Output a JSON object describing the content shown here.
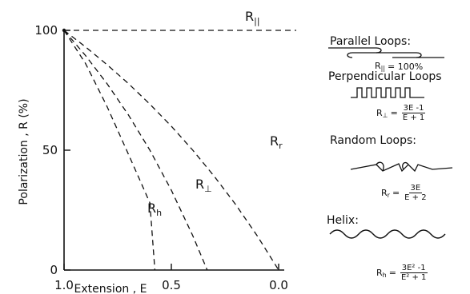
{
  "chart_data": {
    "type": "line",
    "title": "",
    "xlabel": "Extension , E",
    "ylabel": "Polarization , R (%)",
    "xlim": [
      1.0,
      0.0
    ],
    "ylim": [
      0,
      100
    ],
    "x_reversed": true,
    "x_ticks": [
      "1.0",
      "0.5",
      "0.0"
    ],
    "y_ticks": [
      "0",
      "50",
      "100"
    ],
    "grid": false,
    "series": [
      {
        "name": "R||",
        "name_main": "R",
        "name_sub": "||",
        "style": "dashed",
        "points": [
          [
            1.0,
            100
          ],
          [
            0.0,
            100
          ]
        ]
      },
      {
        "name": "Rr",
        "name_main": "R",
        "name_sub": "r",
        "style": "dashed",
        "points": [
          [
            1.0,
            100
          ],
          [
            0.9,
            93.1
          ],
          [
            0.8,
            85.7
          ],
          [
            0.7,
            77.8
          ],
          [
            0.6,
            69.2
          ],
          [
            0.5,
            60.0
          ],
          [
            0.4,
            50.0
          ],
          [
            0.3,
            39.1
          ],
          [
            0.2,
            27.3
          ],
          [
            0.1,
            14.3
          ],
          [
            0.0,
            0
          ]
        ]
      },
      {
        "name": "R⊥",
        "name_main": "R",
        "name_sub": "⊥",
        "style": "dashed",
        "points": [
          [
            1.0,
            100
          ],
          [
            0.9,
            89.5
          ],
          [
            0.8,
            77.8
          ],
          [
            0.7,
            64.7
          ],
          [
            0.6,
            50.0
          ],
          [
            0.5,
            33.3
          ],
          [
            0.4,
            14.3
          ],
          [
            0.333,
            0
          ]
        ]
      },
      {
        "name": "Rh",
        "name_main": "R",
        "name_sub": "h",
        "style": "dashed",
        "points": [
          [
            1.0,
            100
          ],
          [
            0.9,
            86.2
          ],
          [
            0.8,
            68.3
          ],
          [
            0.7,
            48.3
          ],
          [
            0.65,
            38.2
          ],
          [
            0.6,
            28.0
          ],
          [
            0.577,
            0
          ]
        ]
      }
    ]
  },
  "legend": {
    "parallel": {
      "title": "Parallel Loops:",
      "formula_lhs_main": "R",
      "formula_lhs_sub": "||",
      "formula_rhs": "= 100%"
    },
    "perpendicular": {
      "title": "Perpendicular Loops",
      "formula_lhs_main": "R",
      "formula_lhs_sub": "⊥",
      "formula_num": "3E -1",
      "formula_den": "E + 1"
    },
    "random": {
      "title": "Random Loops:",
      "formula_lhs_main": "R",
      "formula_lhs_sub": "r",
      "formula_num": "3E",
      "formula_den": "E + 2"
    },
    "helix": {
      "title": "Helix:",
      "formula_lhs_main": "R",
      "formula_lhs_sub": "h",
      "formula_num": "3E² -1",
      "formula_den": "E² + 1"
    }
  }
}
